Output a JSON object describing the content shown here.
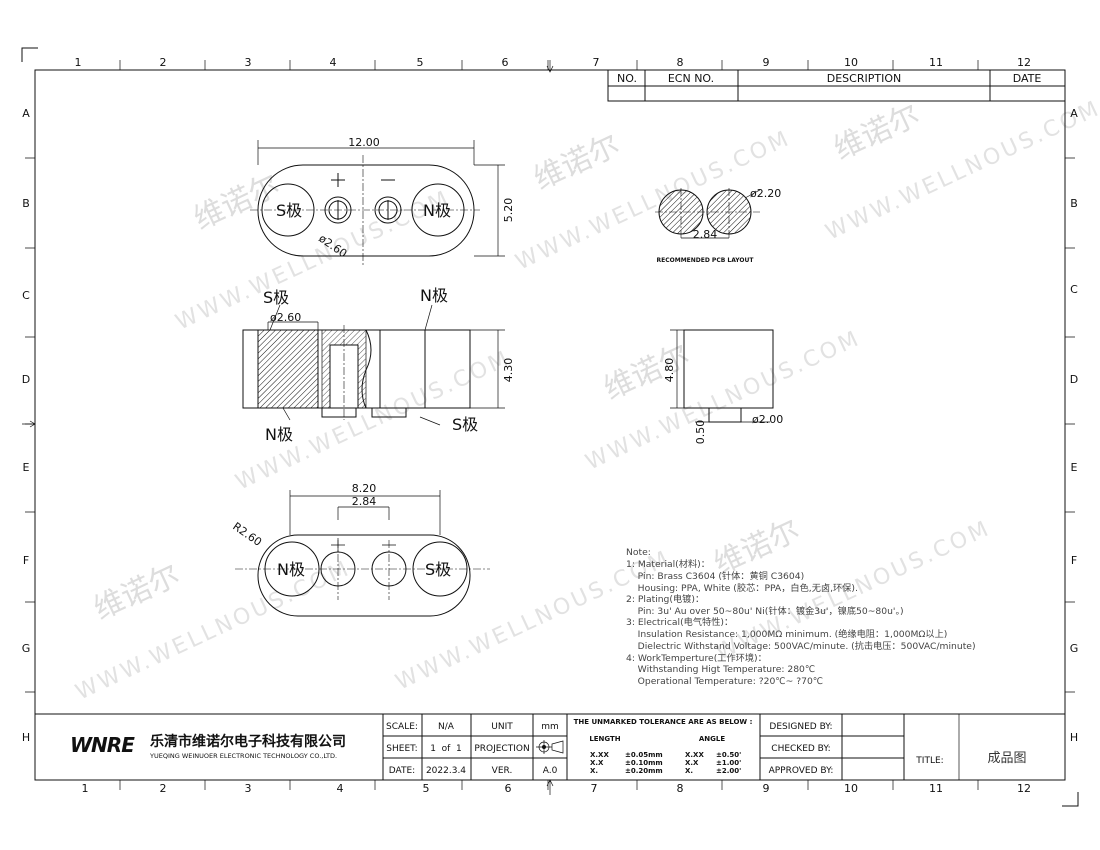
{
  "grid": {
    "columns": [
      "1",
      "2",
      "3",
      "4",
      "5",
      "6",
      "7",
      "8",
      "9",
      "10",
      "11",
      "12"
    ],
    "rows": [
      "A",
      "B",
      "C",
      "D",
      "E",
      "F",
      "G",
      "H"
    ]
  },
  "revision_table": {
    "headers": [
      "NO.",
      "ECN NO.",
      "DESCRIPTION",
      "DATE"
    ]
  },
  "watermark": {
    "cn": "维诺尔",
    "url": "WWW.WELLNOUS.COM"
  },
  "top_view": {
    "width": "12.00",
    "height": "5.20",
    "radius": "ø2.60",
    "s_pole": "S极",
    "n_pole": "N极",
    "plus": "+",
    "minus": "—"
  },
  "side_view": {
    "s_pole_top": "S极",
    "n_pole_top": "N极",
    "dia": "ø2.60",
    "height": "4.30",
    "n_pole_bottom": "N极",
    "s_pole_bottom": "S极"
  },
  "pcb_layout": {
    "dia": "ø2.20",
    "pitch": "2.84",
    "caption": "RECOMMENDED PCB LAYOUT"
  },
  "front_view": {
    "height": "4.80",
    "pin_dia": "ø2.00",
    "pin_len": "0.50"
  },
  "bottom_view": {
    "width": "8.20",
    "pitch": "2.84",
    "radius": "R2.60",
    "n_pole": "N极",
    "s_pole": "S极"
  },
  "notes": [
    "Note:",
    "1: Material(材料)：",
    "    Pin: Brass C3604 (针体：黄铜 C3604)",
    "    Housing: PPA, White (胶芯：PPA，白色,无卤,环保).",
    "2: Plating(电镀)：",
    "    Pin: 3u' Au over 50~80u' Ni(针体：镀金3u'，镍底50~80u'。)",
    "3: Electrical(电气特性)：",
    "    Insulation Resistance: 1,000MΩ minimum. (绝缘电阻：1,000MΩ以上)",
    "    Dielectric Withstand Voltage: 500VAC/minute. (抗击电压：500VAC/minute)",
    "4: WorkTemperture(工作环境)：",
    "    Withstanding Higt Temperature: 280℃",
    "    Operational Temperature: ?20℃~ ?70℃"
  ],
  "title_block": {
    "logo": "WNRE",
    "company_cn": "乐清市维诺尔电子科技有限公司",
    "company_en": "YUEQING WEINUOER ELECTRONIC TECHNOLOGY CO.,LTD.",
    "scale_label": "SCALE:",
    "scale": "N/A",
    "unit_label": "UNIT",
    "unit": "mm",
    "sheet_label": "SHEET:",
    "sheet": "1  of  1",
    "projection_label": "PROJECTION",
    "date_label": "DATE:",
    "date": "2022.3.4",
    "ver_label": "VER.",
    "ver": "A.0",
    "tolerance_title": "THE UNMARKED TOLERANCE ARE AS BELOW :",
    "length_label": "LENGTH",
    "angle_label": "ANGLE",
    "tolerances": [
      {
        "lk": "X.XX",
        "lv": "±0.05mm",
        "ak": "X.XX",
        "av": "±0.50'"
      },
      {
        "lk": "X.X",
        "lv": "±0.10mm",
        "ak": "X.X",
        "av": "±1.00'"
      },
      {
        "lk": "X.",
        "lv": "±0.20mm",
        "ak": "X.",
        "av": "±2.00'"
      }
    ],
    "designed_by": "DESIGNED BY:",
    "checked_by": "CHECKED BY:",
    "approved_by": "APPROVED BY:",
    "title_label": "TITLE:",
    "title": "成品图"
  }
}
